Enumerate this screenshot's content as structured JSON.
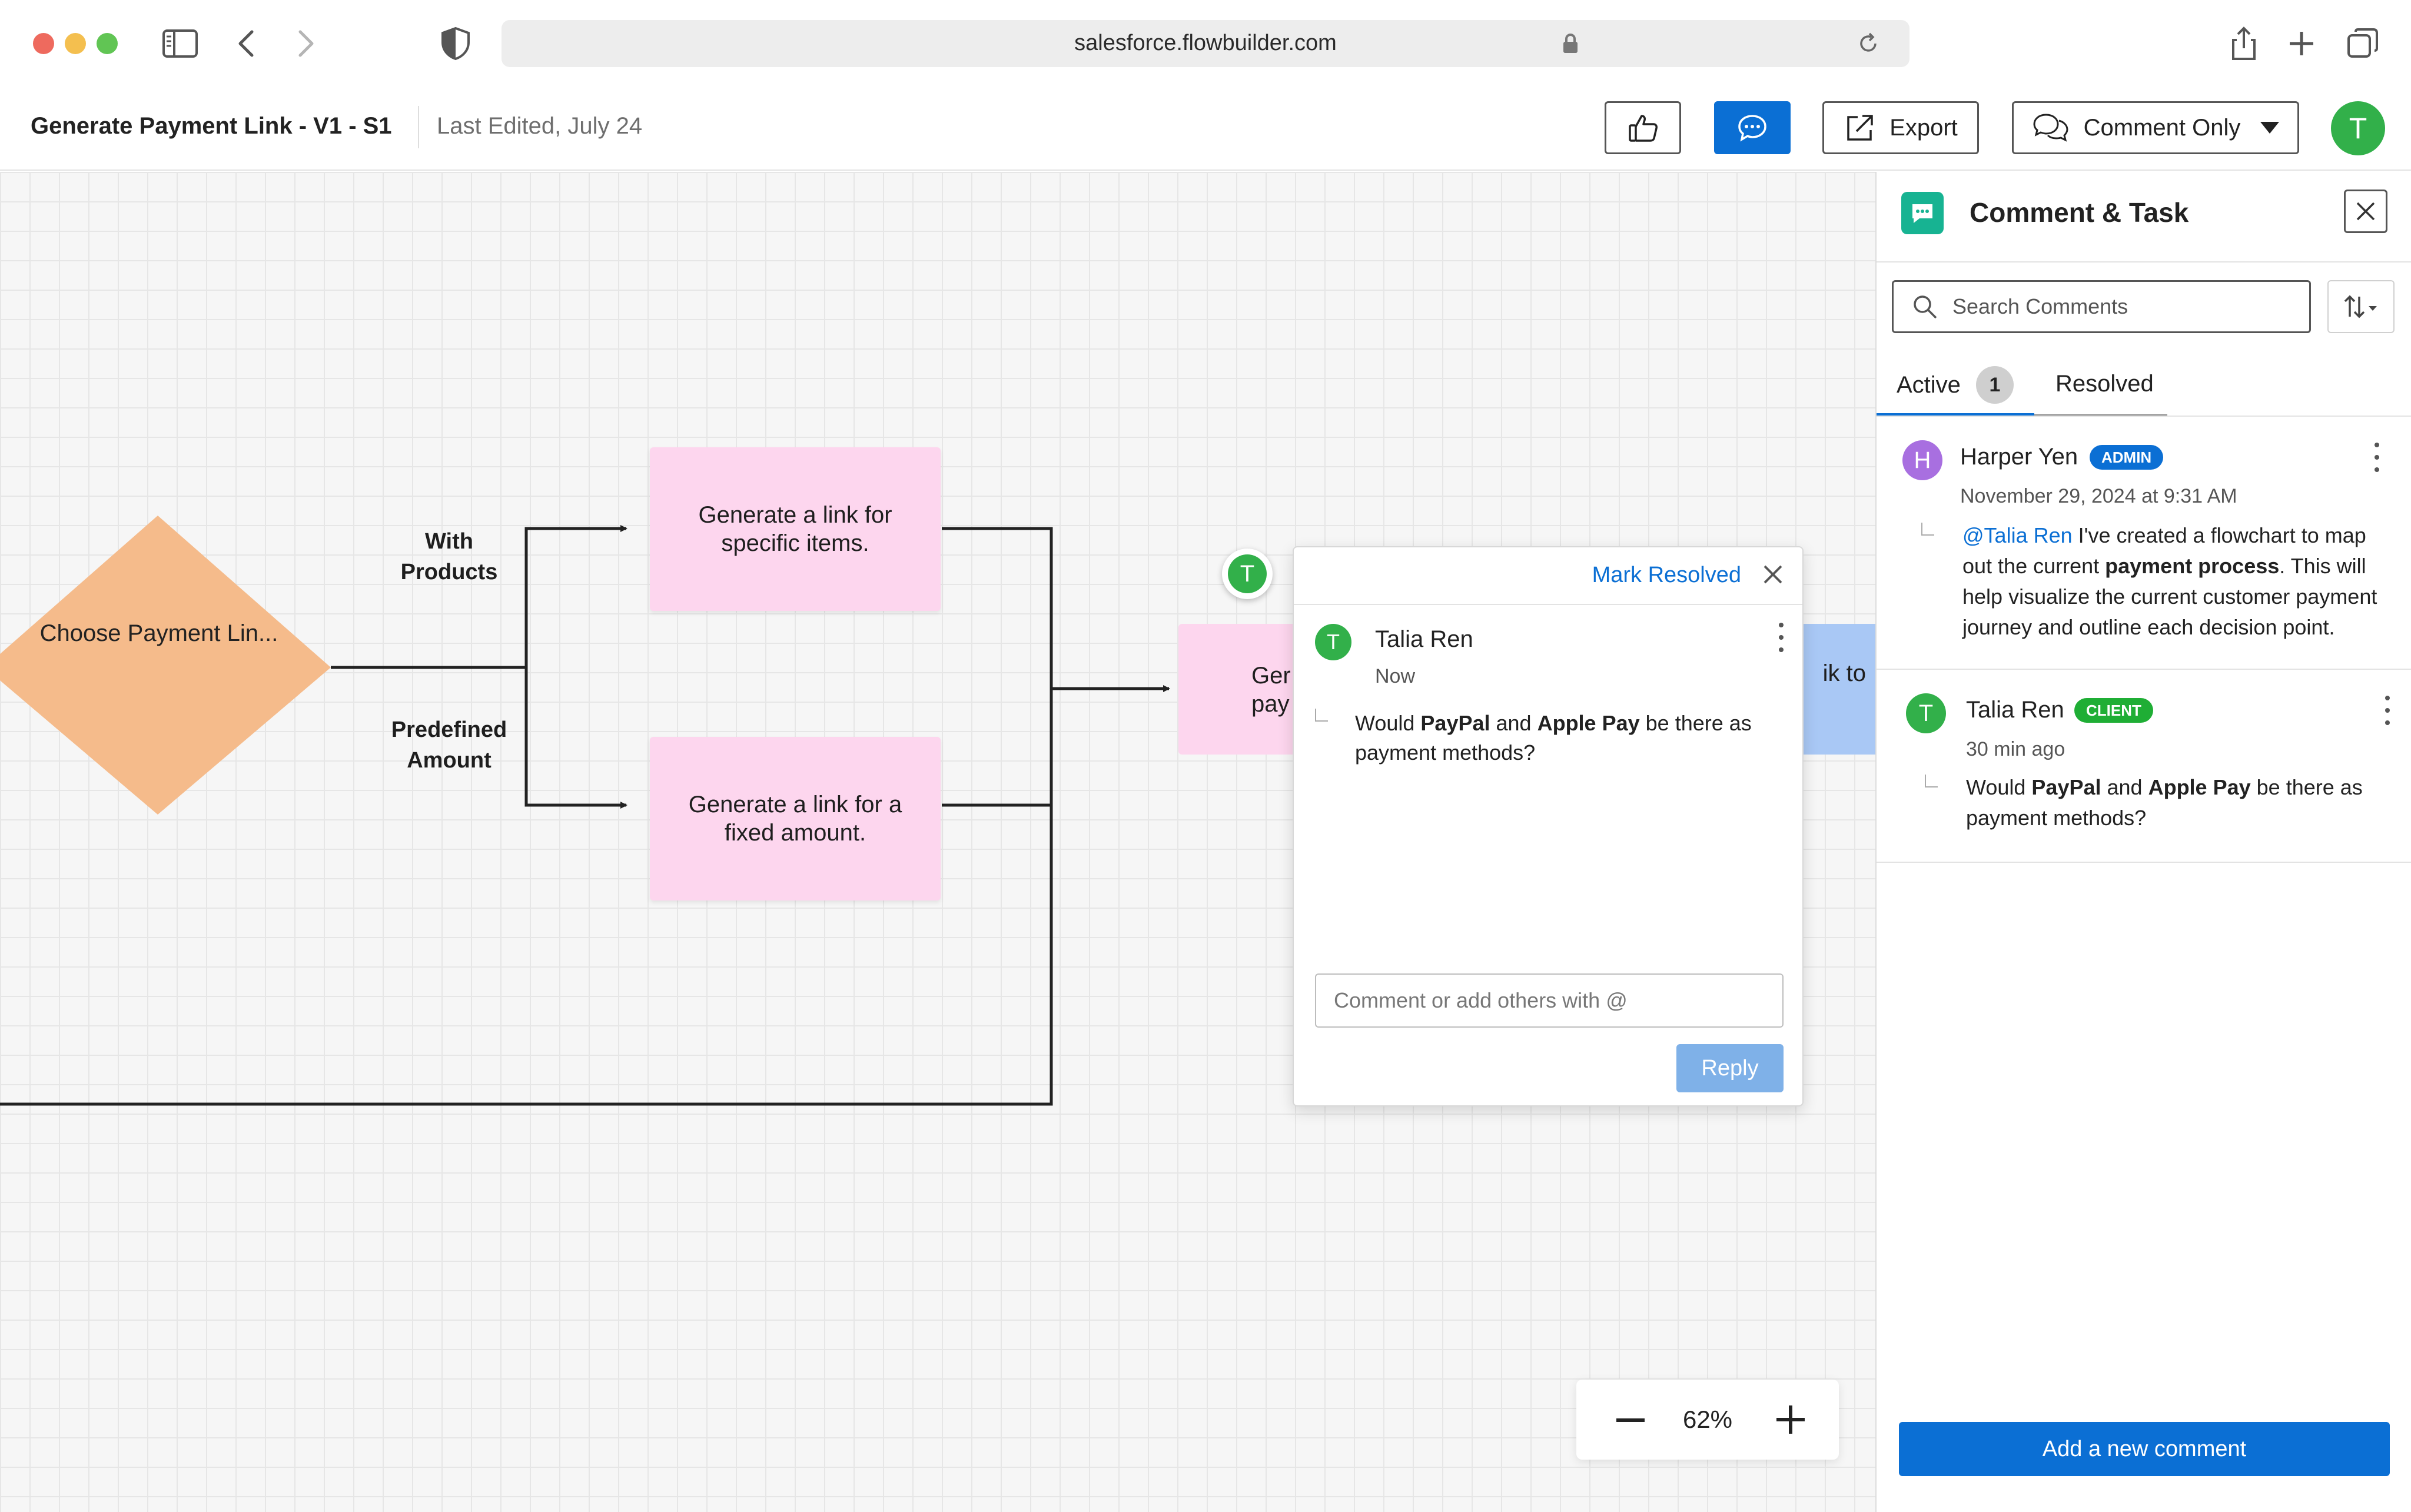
{
  "browser": {
    "url": "salesforce.flowbuilder.com"
  },
  "header": {
    "title": "Generate Payment Link - V1 - S1",
    "last_edited": "Last Edited, July 24",
    "export_label": "Export",
    "comment_mode_label": "Comment Only",
    "user_initial": "T"
  },
  "flow": {
    "decision": "Choose Payment Lin...",
    "label_with_products": "With\nProducts",
    "label_predefined_amount": "Predefined\nAmount",
    "node_specific_items": "Generate a link for specific items.",
    "node_fixed_amount": "Generate a link for a fixed amount.",
    "node_partial_left": "Ger\npay",
    "node_partial_right": "ik to"
  },
  "pin": {
    "initial": "T"
  },
  "popup": {
    "mark_resolved": "Mark Resolved",
    "author": "Talia Ren",
    "author_initial": "T",
    "time": "Now",
    "message_parts": [
      "Would ",
      "PayPal",
      " and ",
      "Apple Pay",
      " be there as payment methods?"
    ],
    "input_placeholder": "Comment or add others with @",
    "reply_label": "Reply"
  },
  "zoom": {
    "level": "62%"
  },
  "panel": {
    "title": "Comment & Task",
    "search_placeholder": "Search Comments",
    "tabs": [
      {
        "label": "Active",
        "count": "1"
      },
      {
        "label": "Resolved"
      }
    ],
    "comments": [
      {
        "initial": "H",
        "author": "Harper Yen",
        "role": "ADMIN",
        "time": "November 29, 2024 at 9:31 AM",
        "parts": [
          "@Talia Ren",
          " I've created a flowchart to map out the current ",
          "payment process",
          ". This will help visualize the current customer payment journey and outline each decision point."
        ]
      },
      {
        "initial": "T",
        "author": "Talia Ren",
        "role": "CLIENT",
        "time": "30 min ago",
        "parts": [
          "Would ",
          "PayPal",
          " and ",
          "Apple Pay",
          " be there as payment methods?"
        ]
      }
    ],
    "add_comment_label": "Add a new comment"
  },
  "colors": {
    "primary": "#0b6fd4",
    "decision_fill": "#f5bb8b",
    "process_fill": "#fdd6ee",
    "partial_blue": "#a9c8f5",
    "avatar_green": "#32b04a",
    "avatar_purple": "#a86fe0",
    "client_badge": "#1fae35",
    "logo_teal": "#17b392"
  }
}
